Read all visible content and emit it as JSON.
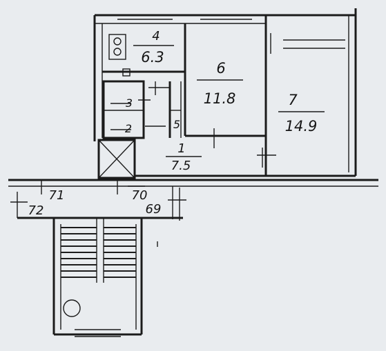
{
  "rooms": [
    {
      "id": "4",
      "area": "6.3"
    },
    {
      "id": "6",
      "area": "11.8"
    },
    {
      "id": "7",
      "area": "14.9"
    },
    {
      "id": "1",
      "area": "7.5"
    },
    {
      "id": "3",
      "area": ""
    },
    {
      "id": "2",
      "area": ""
    },
    {
      "id": "5",
      "area": ""
    }
  ],
  "apartments": {
    "n71": "71",
    "n72": "72",
    "n70": "70",
    "n69": "69"
  },
  "colors": {
    "paper": "#e9ecef",
    "ink": "#1b1b1b"
  },
  "icons": {
    "stove": "stove-icon",
    "elevator": "elevator-shaft-icon",
    "stair_circle": "stair-circle-icon"
  }
}
